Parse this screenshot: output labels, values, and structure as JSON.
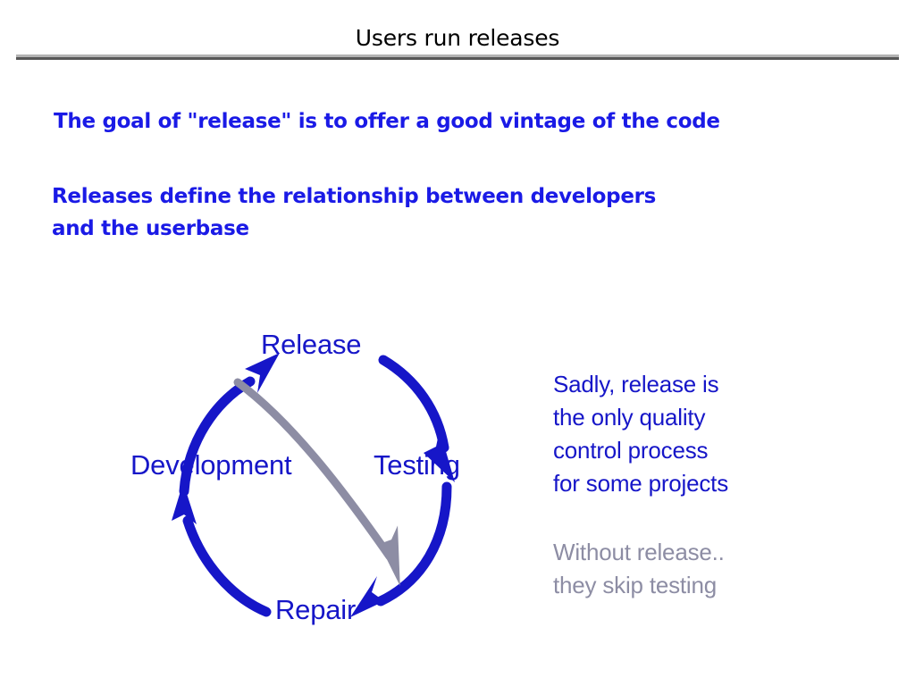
{
  "slide": {
    "title": "Users run releases",
    "background_color": "#ffffff"
  },
  "rule": {
    "light_color": "#b3b3b3",
    "dark_color": "#575757"
  },
  "body": {
    "bullets": [
      "The goal of \"release\" is to offer a good vintage of the code",
      "Releases define the relationship between developers\nand the userbase"
    ],
    "text_color": "#1a1ae6"
  },
  "diagram": {
    "name": "release-cycle",
    "accent_color": "#1616c8",
    "shortcut_color": "#8d8da4",
    "nodes": [
      {
        "id": "release",
        "label": "Release"
      },
      {
        "id": "testing",
        "label": "Testing"
      },
      {
        "id": "repair",
        "label": "Repair"
      },
      {
        "id": "development",
        "label": "Development"
      }
    ],
    "arrows": [
      {
        "id": "development-to-release",
        "from": "Development",
        "to": "Release",
        "color": "#1616c8"
      },
      {
        "id": "release-to-testing",
        "from": "Release",
        "to": "Testing",
        "color": "#1616c8"
      },
      {
        "id": "testing-to-repair",
        "from": "Testing",
        "to": "Repair",
        "color": "#1616c8"
      },
      {
        "id": "repair-to-development",
        "from": "Repair",
        "to": "Development",
        "color": "#1616c8"
      },
      {
        "id": "release-to-repair-shortcut",
        "from": "Release",
        "to": "Repair",
        "color": "#8d8da4"
      }
    ]
  },
  "notes": {
    "primary": "Sadly, release is\nthe only quality\ncontrol process\nfor some projects",
    "primary_color": "#1616c8",
    "secondary": "Without release..\nthey skip testing",
    "secondary_color": "#8d8da4"
  }
}
